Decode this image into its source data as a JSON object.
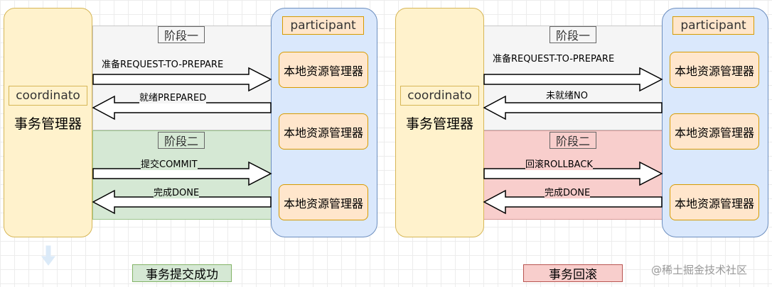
{
  "left": {
    "coordinator_label": "coordinato",
    "coordinator_title": "事务管理器",
    "participant_label": "participant",
    "resource_managers": [
      "本地资源管理器",
      "本地资源管理器",
      "本地资源管理器"
    ],
    "phase1_label": "阶段一",
    "phase2_label": "阶段二",
    "arrow_prepare": "准备REQUEST-TO-PREPARE",
    "arrow_prepared": "就绪PREPARED",
    "arrow_commit": "提交COMMIT",
    "arrow_done": "完成DONE",
    "result": "事务提交成功"
  },
  "right": {
    "coordinator_label": "coordinato",
    "coordinator_title": "事务管理器",
    "participant_label": "participant",
    "resource_managers": [
      "本地资源管理器",
      "本地资源管理器",
      "本地资源管理器"
    ],
    "phase1_label": "阶段一",
    "phase2_label": "阶段二",
    "arrow_prepare": "准备REQUEST-TO-PREPARE",
    "arrow_not_ready": "未就绪NO",
    "arrow_rollback": "回滚ROLLBACK",
    "arrow_done": "完成DONE",
    "result": "事务回滚"
  },
  "watermark": "@稀土掘金技术社区",
  "colors": {
    "coordinator_fill": "#fff2cc",
    "participant_fill": "#dae8fc",
    "resource_fill": "#ffe6cc",
    "phase1_fill": "#f5f5f5",
    "commit_phase_fill": "#d5e8d4",
    "rollback_phase_fill": "#f8cecc"
  },
  "icons": {
    "down_arrow": "down-arrow-icon"
  }
}
